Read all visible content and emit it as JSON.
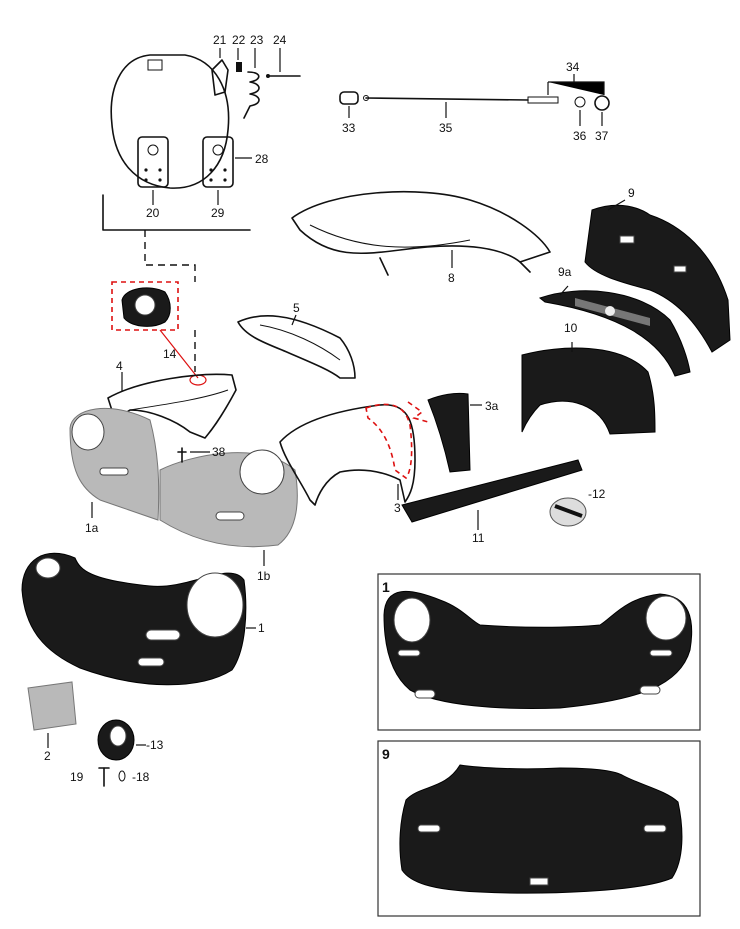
{
  "labels": {
    "l21": "21",
    "l22": "22",
    "l23": "23",
    "l24": "24",
    "l20": "20",
    "l29": "29",
    "l28": "28",
    "l34": "34",
    "l33": "33",
    "l35": "35",
    "l36": "36",
    "l37": "37",
    "l9": "9",
    "l9a": "9a",
    "l8": "8",
    "l10": "10",
    "l5": "5",
    "l14": "14",
    "l4": "4",
    "l3a": "3a",
    "l3": "3",
    "l38": "38",
    "l1a": "1a",
    "l1b": "1b",
    "l11": "11",
    "l12": "-12",
    "l1": "1",
    "l2": "2",
    "l13": "-13",
    "l19": "19",
    "l18": "-18"
  },
  "insets": {
    "inset1_label": "1",
    "inset9_label": "9"
  },
  "colors": {
    "panel_black": "#1a1a1a",
    "bare_metal": "#b9b9b9",
    "highlight_red": "#d11111"
  }
}
